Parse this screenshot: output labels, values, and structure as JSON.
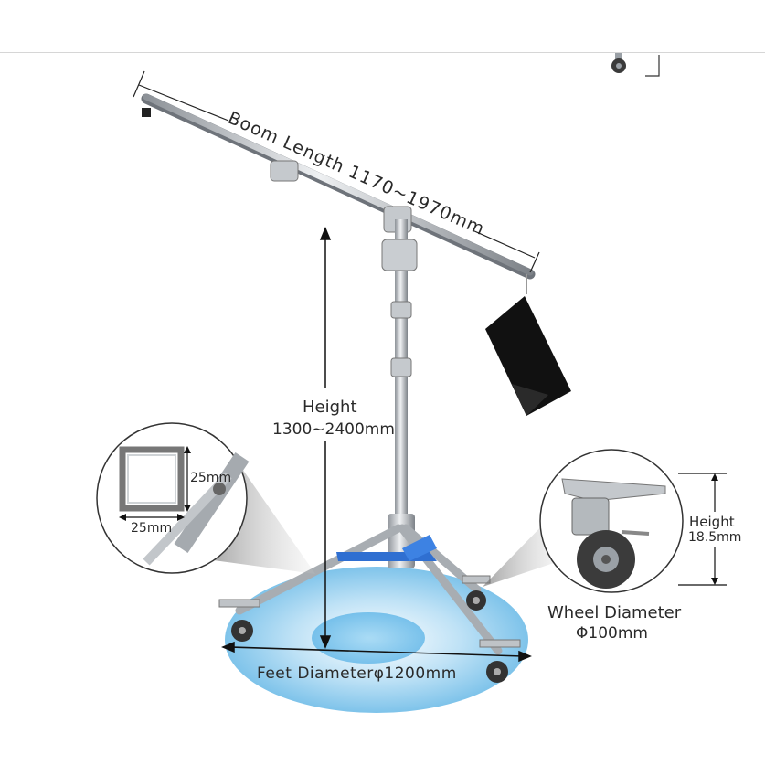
{
  "labels": {
    "boom_length": "Boom Length 1170~1970mm",
    "height_title": "Height",
    "height_value": "1300~2400mm",
    "tube_size_vertical": "25mm",
    "tube_size_horizontal": "25mm",
    "wheel_height_title": "Height",
    "wheel_height_value": "18.5mm",
    "wheel_diameter_title": "Wheel Diameter",
    "wheel_diameter_value": "Φ100mm",
    "feet_diameter": "Feet Diameterφ1200mm"
  },
  "colors": {
    "base_glow": "#7ec3ea",
    "steel": "#b9bec3",
    "clamp_blue": "#2f6fd1",
    "sandbag": "#111111"
  }
}
